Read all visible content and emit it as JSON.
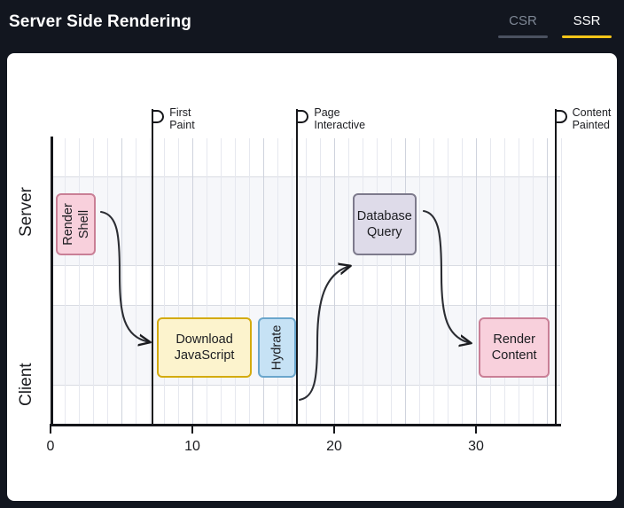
{
  "header": {
    "title": "Server Side Rendering",
    "tabs": [
      {
        "label": "CSR",
        "active": false
      },
      {
        "label": "SSR",
        "active": true
      }
    ],
    "accent_active": "#f5c518",
    "accent_inactive": "#4a5160",
    "background": "#12161f"
  },
  "chart_data": {
    "type": "timeline",
    "title": "Server Side Rendering",
    "xlabel": "",
    "ylabel": "",
    "xlim": [
      0,
      36
    ],
    "x_ticks": [
      0,
      10,
      20,
      30
    ],
    "x_tick_labels": [
      "0",
      "10",
      "20",
      "30"
    ],
    "grid": true,
    "lanes": [
      "Server",
      "Client"
    ],
    "lane_labels": [
      {
        "label": "Server"
      },
      {
        "label": "Client"
      }
    ],
    "tasks": [
      {
        "label": "Render\nShell",
        "lane": "Server",
        "start": 0.4,
        "end": 3.2,
        "orientation": "vertical",
        "fill": "#f8d0dc",
        "stroke": "#c97f96"
      },
      {
        "label": "Download\nJavaScript",
        "lane": "Client",
        "start": 7.5,
        "end": 14.2,
        "orientation": "horizontal",
        "fill": "#fcf3cd",
        "stroke": "#d4ab0e"
      },
      {
        "label": "Hydrate",
        "lane": "Client",
        "start": 14.6,
        "end": 17.3,
        "orientation": "vertical",
        "fill": "#c6e2f5",
        "stroke": "#6aa6cc"
      },
      {
        "label": "Database\nQuery",
        "lane": "Server",
        "start": 21.3,
        "end": 25.8,
        "orientation": "horizontal",
        "fill": "#dedbe9",
        "stroke": "#7d7a8c"
      },
      {
        "label": "Render\nContent",
        "lane": "Client",
        "start": 30.2,
        "end": 35.2,
        "orientation": "horizontal",
        "fill": "#f8d0dc",
        "stroke": "#c97f96"
      }
    ],
    "milestones": [
      {
        "label": "First\nPaint",
        "x": 7.2
      },
      {
        "label": "Page\nInteractive",
        "x": 17.4
      },
      {
        "label": "Content\nPainted",
        "x": 35.6
      }
    ],
    "arrows": [
      {
        "from": "Render Shell",
        "to": "Download JavaScript"
      },
      {
        "from": "Hydrate",
        "to": "Database Query"
      },
      {
        "from": "Database Query",
        "to": "Render Content"
      }
    ]
  }
}
